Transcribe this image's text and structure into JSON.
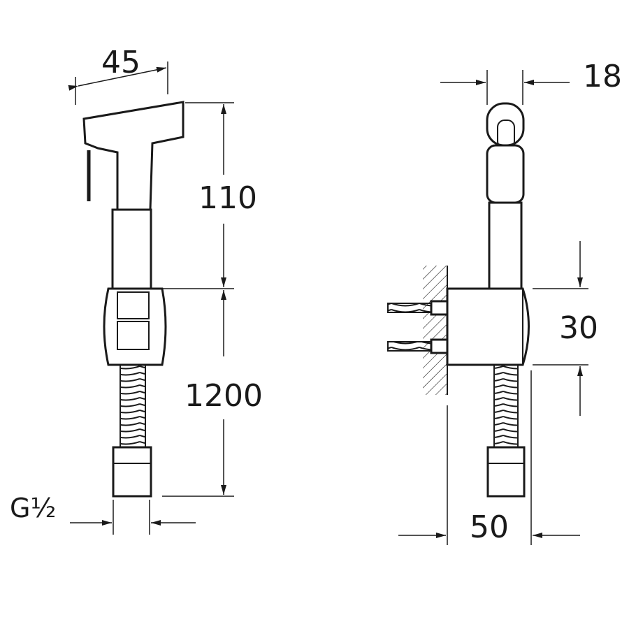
{
  "dimensions": {
    "head_width": "45",
    "head_height": "110",
    "hose_length": "1200",
    "thread": "G½",
    "side_depth": "18",
    "holder_height": "30",
    "holder_width": "50"
  }
}
